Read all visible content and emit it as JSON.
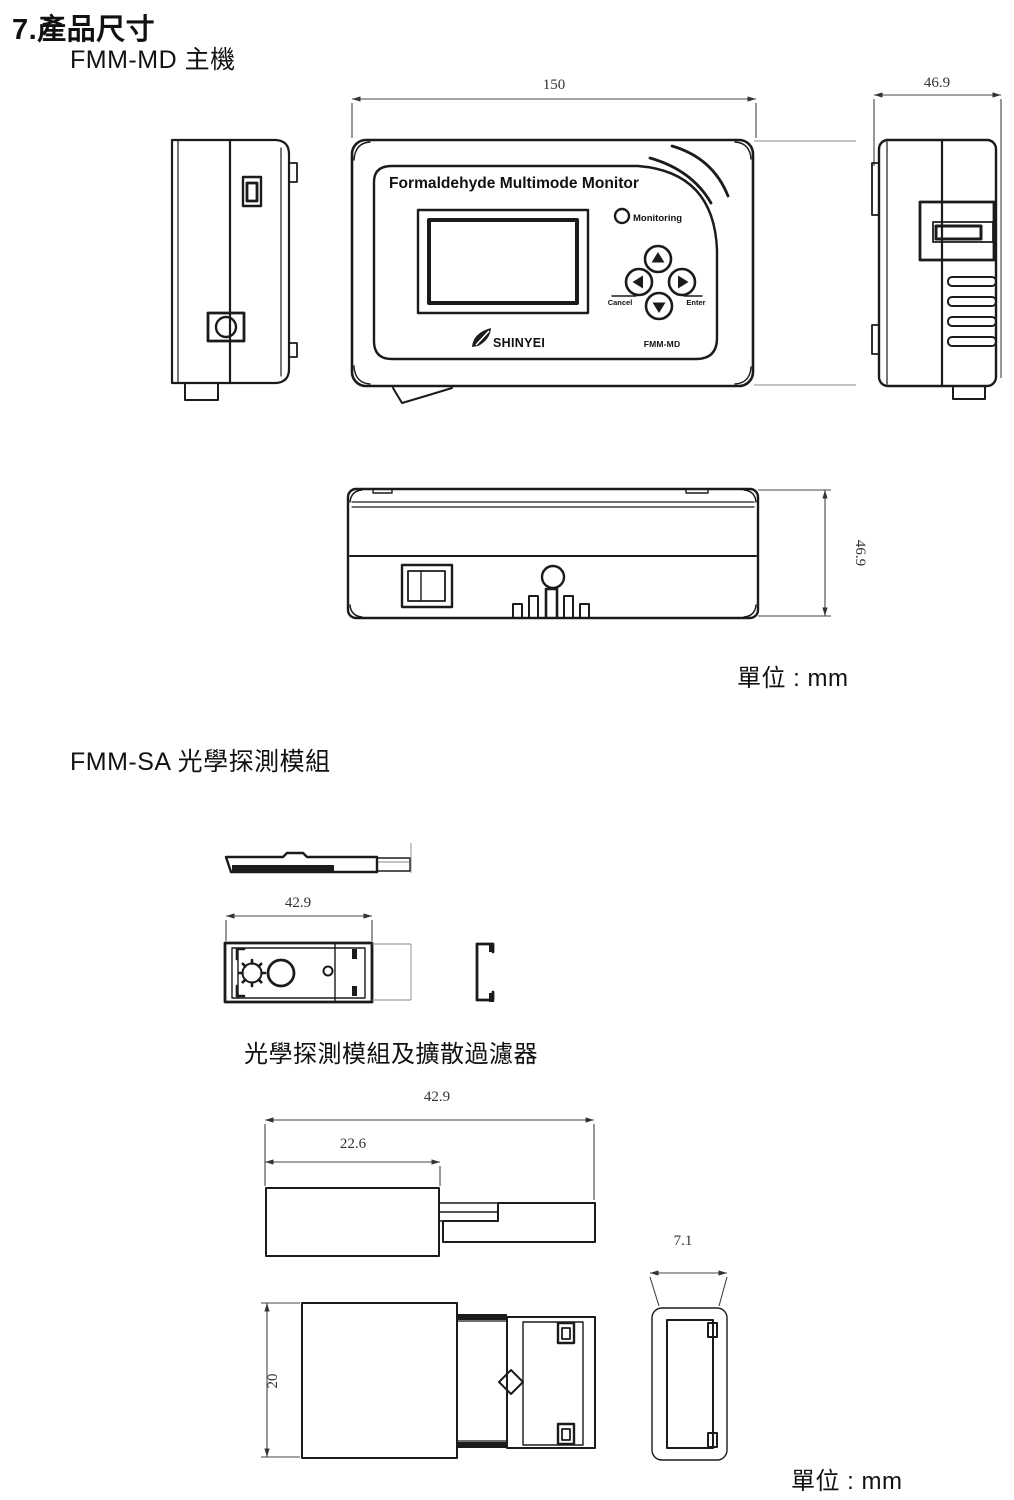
{
  "page": {
    "section_title": "7.產品尺寸",
    "unit_label": "單位 : mm",
    "ink_color": "#1b1b1b",
    "background_color": "#ffffff"
  },
  "fmm_md": {
    "heading": "FMM-MD 主機",
    "front": {
      "panel_title": "Formaldehyde Multimode Monitor",
      "monitoring_label": "Monitoring",
      "cancel_label": "Cancel",
      "enter_label": "Enter",
      "brand_logo": "SHINYEI",
      "model_label": "FMM-MD",
      "dim_width_mm": "150"
    },
    "side": {
      "dim_depth_mm": "46.9"
    },
    "bottom": {
      "dim_depth_mm": "46.9"
    }
  },
  "fmm_sa": {
    "heading": "FMM-SA 光學探測模組",
    "module": {
      "dim_width_mm": "42.9"
    },
    "caption": "光學探測模組及擴散過濾器",
    "assembly": {
      "dim_total_mm": "42.9",
      "dim_body_mm": "22.6",
      "dim_filter_mm": "7.1",
      "dim_height_mm": "20"
    }
  }
}
